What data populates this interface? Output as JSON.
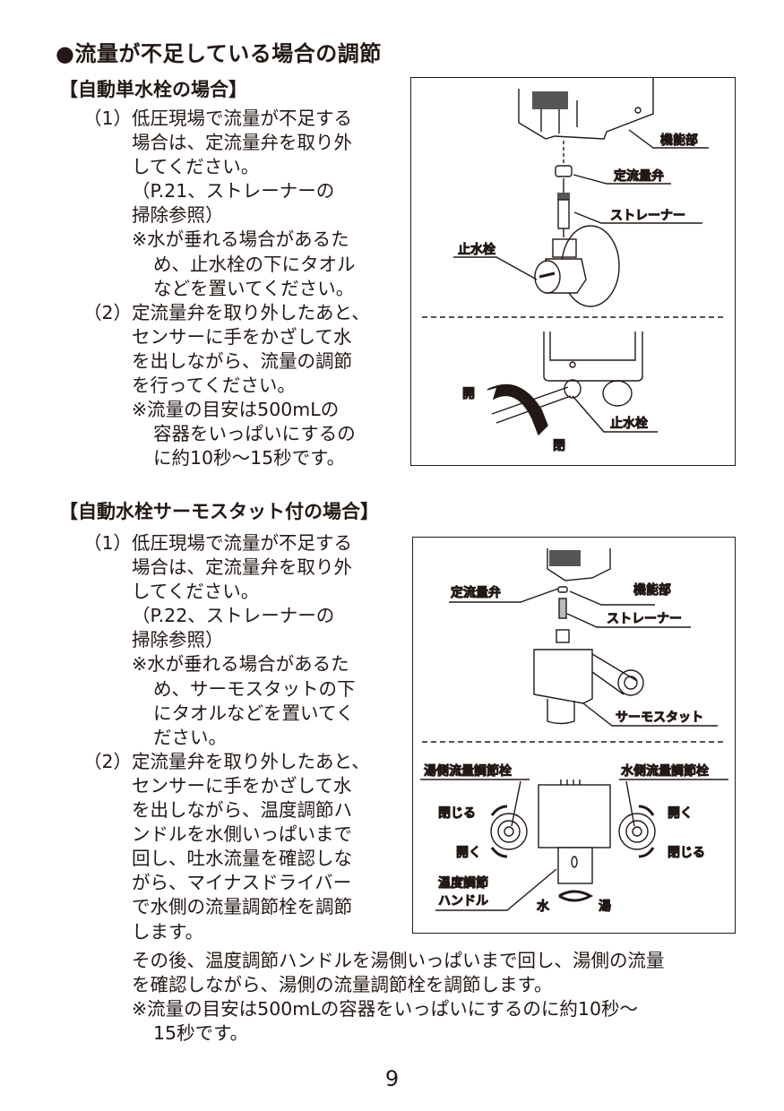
{
  "title": "●流量が不足している場合の調節",
  "section1": {
    "heading": "【自動単水栓の場合】",
    "lines": [
      {
        "t": "（1）低圧現場で流量が不足する",
        "i": 0
      },
      {
        "t": "場合は、定流量弁を取り外",
        "i": 1
      },
      {
        "t": "してください。",
        "i": 1
      },
      {
        "t": "（P.21、ストレーナーの",
        "i": 1
      },
      {
        "t": "掃除参照）",
        "i": 1
      },
      {
        "t": "※水が垂れる場合があるた",
        "i": 1
      },
      {
        "t": "め、止水栓の下にタオル",
        "i": 2
      },
      {
        "t": "などを置いてください。",
        "i": 2
      },
      {
        "t": "（2）定流量弁を取り外したあと、",
        "i": 0
      },
      {
        "t": "センサーに手をかざして水",
        "i": 1
      },
      {
        "t": "を出しながら、流量の調節",
        "i": 1
      },
      {
        "t": "を行ってください。",
        "i": 1
      },
      {
        "t": "※流量の目安は500mLの",
        "i": 1
      },
      {
        "t": "容器をいっぱいにするの",
        "i": 2
      },
      {
        "t": "に約10秒～15秒です。",
        "i": 2
      }
    ],
    "figure": {
      "function_unit": "機能部",
      "flow_valve": "定流量弁",
      "strainer": "ストレーナー",
      "stop_valve": "止水栓",
      "open": "開",
      "close": "閉",
      "stop_valve_bottom": "止水栓"
    }
  },
  "section2": {
    "heading": "【自動水栓サーモスタット付の場合】",
    "lines": [
      {
        "t": "（1）低圧現場で流量が不足する",
        "i": 0
      },
      {
        "t": "場合は、定流量弁を取り外",
        "i": 1
      },
      {
        "t": "してください。",
        "i": 1
      },
      {
        "t": "（P.22、ストレーナーの",
        "i": 1
      },
      {
        "t": "掃除参照）",
        "i": 1
      },
      {
        "t": "※水が垂れる場合があるた",
        "i": 1
      },
      {
        "t": "め、サーモスタットの下",
        "i": 2
      },
      {
        "t": "にタオルなどを置いてく",
        "i": 2
      },
      {
        "t": "ださい。",
        "i": 2
      },
      {
        "t": "（2）定流量弁を取り外したあと、",
        "i": 0
      },
      {
        "t": "センサーに手をかざして水",
        "i": 1
      },
      {
        "t": "を出しながら、温度調節ハ",
        "i": 1
      },
      {
        "t": "ンドルを水側いっぱいまで",
        "i": 1
      },
      {
        "t": "回し、吐水流量を確認しな",
        "i": 1
      },
      {
        "t": "がら、マイナスドライバー",
        "i": 1
      },
      {
        "t": "で水側の流量調節栓を調節",
        "i": 1
      },
      {
        "t": "します。",
        "i": 1
      }
    ],
    "after_lines": [
      {
        "t": "その後、温度調節ハンドルを湯側いっぱいまで回し、湯側の流量",
        "i": 1
      },
      {
        "t": "を確認しながら、湯側の流量調節栓を調節します。",
        "i": 1
      },
      {
        "t": "※流量の目安は500mLの容器をいっぱいにするのに約10秒～",
        "i": 1
      },
      {
        "t": "15秒です。",
        "i": 2
      }
    ],
    "figure": {
      "flow_valve": "定流量弁",
      "function_unit": "機能部",
      "strainer": "ストレーナー",
      "thermostat": "サーモスタット",
      "hot_adjuster": "湯側流量調節栓",
      "cold_adjuster": "水側流量調節栓",
      "close_left": "閉じる",
      "open_left": "開く",
      "open_right": "開く",
      "close_right": "閉じる",
      "temp_handle_1": "温度調節",
      "temp_handle_2": "ハンドル",
      "cold": "水",
      "hot": "湯"
    }
  },
  "page_number": "9"
}
